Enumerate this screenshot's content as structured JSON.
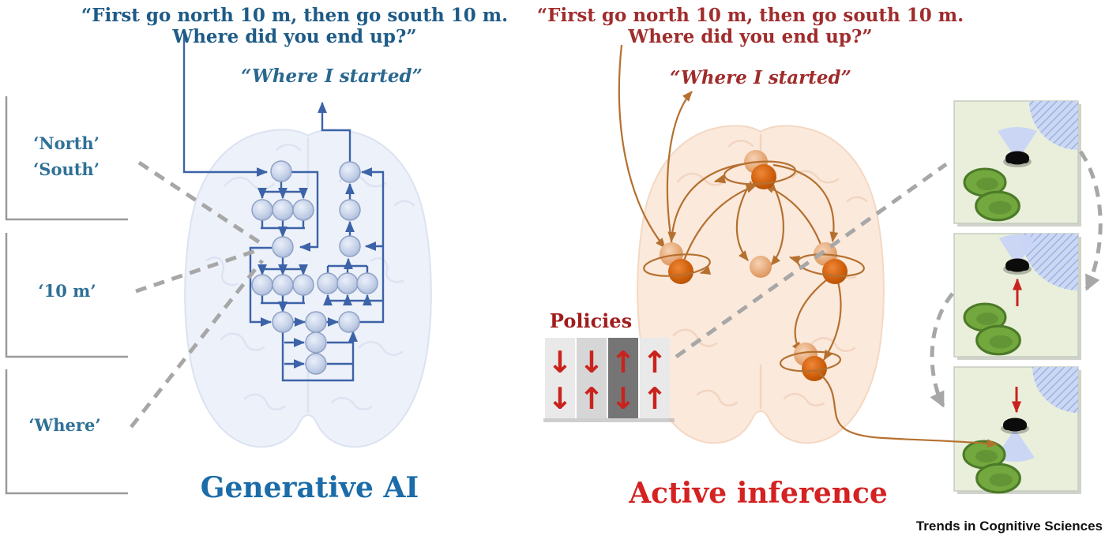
{
  "figure": {
    "left": {
      "question_line1": "“First go north 10 m, then go south 10 m.",
      "question_line2": "Where did you end up?”",
      "answer": "“Where I started”",
      "word_boxes": [
        {
          "lines": [
            "‘North’",
            "‘South’"
          ]
        },
        {
          "lines": [
            "‘10 m’"
          ]
        },
        {
          "lines": [
            "‘Where’"
          ]
        }
      ],
      "title": "Generative AI",
      "accent_color": "#1b6ca8",
      "network_color": "#3c63a8"
    },
    "right": {
      "question_line1": "“First go north 10 m, then go south 10 m.",
      "question_line2": "Where did you end up?”",
      "answer": "“Where I started”",
      "policies": {
        "label": "Policies",
        "columns": [
          {
            "arrows": [
              "↓",
              "↓"
            ],
            "highlighted": false
          },
          {
            "arrows": [
              "↓",
              "↑"
            ],
            "highlighted": false
          },
          {
            "arrows": [
              "↑",
              "↓"
            ],
            "highlighted": true
          },
          {
            "arrows": [
              "↑",
              "↑"
            ],
            "highlighted": false
          }
        ]
      },
      "title": "Active inference",
      "accent_color": "#d42222",
      "network_color": "#b5702f",
      "policy_arrow_color": "#c9231d"
    },
    "credit": "Trends in Cognitive Sciences"
  }
}
